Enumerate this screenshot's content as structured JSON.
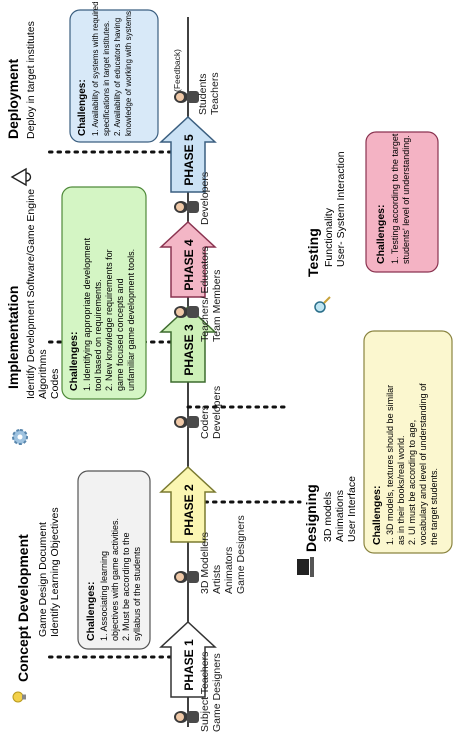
{
  "phases": [
    {
      "label": "PHASE 1",
      "fill": "#ffffff",
      "stroke": "#333333"
    },
    {
      "label": "PHASE 2",
      "fill": "#fbf6b2",
      "stroke": "#7a7a30"
    },
    {
      "label": "PHASE 3",
      "fill": "#cdf0b8",
      "stroke": "#3d6b2e"
    },
    {
      "label": "PHASE 4",
      "fill": "#f3b6c6",
      "stroke": "#8a3350"
    },
    {
      "label": "PHASE 5",
      "fill": "#cbe2f5",
      "stroke": "#3b5f80"
    }
  ],
  "people": [
    {
      "lines": [
        "Subject Teachers",
        "Game Designers"
      ]
    },
    {
      "lines": [
        "3D Modellers",
        "Artists",
        "Animators",
        "Game Designers"
      ]
    },
    {
      "lines": [
        "Coders",
        "Developers"
      ]
    },
    {
      "lines": [
        "Teachers/ Educators",
        "Team Members"
      ]
    },
    {
      "lines": [
        "Developers"
      ]
    },
    {
      "lines": [
        "Students",
        "Teachers"
      ],
      "tag": "(Feedback)"
    }
  ],
  "stages": {
    "concept": {
      "title": "Concept Development",
      "items": [
        "Game Design Document",
        "Identify Learning Objectives"
      ],
      "icon": "lightbulb-icon"
    },
    "implementation": {
      "title": "Implementation",
      "items": [
        "Identify Development Software/Game Engine",
        "Algorithms",
        "Codes"
      ],
      "icon": "gear-icon"
    },
    "deployment": {
      "title": "Deployment",
      "items": [
        "Deploy in target institutes"
      ],
      "icon": "launch-icon"
    },
    "designing": {
      "title": "Designing",
      "items": [
        "3D models",
        "Animations",
        "User Interface"
      ],
      "icon": "laptop-icon"
    },
    "testing": {
      "title": "Testing",
      "items": [
        "Functionality",
        "User- System Interaction"
      ],
      "icon": "magnifier-icon"
    }
  },
  "challenges": {
    "concept": {
      "title": "Challenges:",
      "lines": [
        "1. Associating learning",
        "objectives with game activities.",
        "2. Must be according to the",
        "syllabus of the students"
      ],
      "fill": "#f2f2f2",
      "stroke": "#555555"
    },
    "implementation": {
      "title": "Challenges:",
      "lines": [
        "1. Identifying appropriate development",
        "tool based on requirements.",
        "2. New knowledge requirements for",
        "game focused concepts and",
        "unfamiliar game development tools."
      ],
      "fill": "#d4f5c4",
      "stroke": "#4f8a3a"
    },
    "deployment": {
      "title": "Challenges:",
      "lines": [
        "1. Availability of systems with required",
        "specifications in target institutes.",
        "2. Availability of educators having",
        "knowledge of working with systems"
      ],
      "fill": "#d8e9f8",
      "stroke": "#3b5f80"
    },
    "designing": {
      "title": "Challenges:",
      "lines": [
        "1. 3D models, textures should be similar",
        "as in their books/real world.",
        "2. UI must be according to age,",
        "vocabulary and level of understanding of",
        "the target students."
      ],
      "fill": "#fbf7cf",
      "stroke": "#8a8440"
    },
    "testing": {
      "title": "Challenges:",
      "lines": [
        "1. Testing according to the target",
        "students' level of understanding."
      ],
      "fill": "#f4b3c4",
      "stroke": "#8a3350"
    }
  }
}
